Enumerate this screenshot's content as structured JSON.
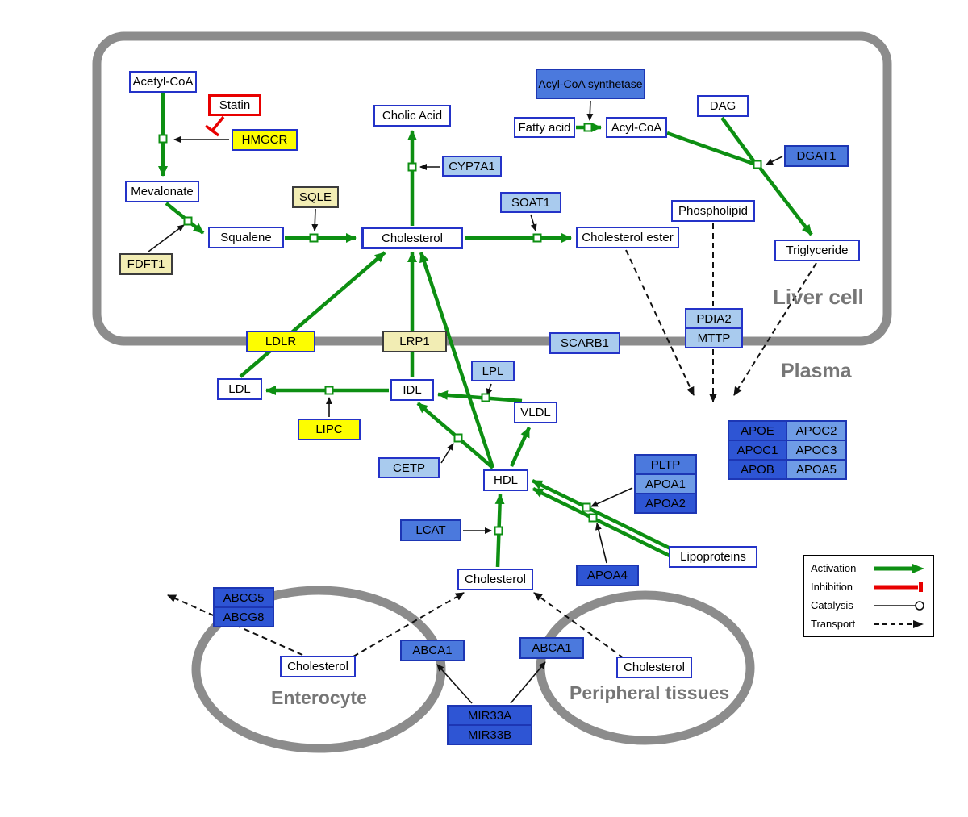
{
  "regions": {
    "liver": "Liver cell",
    "plasma": "Plasma",
    "enterocyte": "Enterocyte",
    "peripheral": "Peripheral tissues"
  },
  "legend": {
    "activation": "Activation",
    "inhibition": "Inhibition",
    "catalysis": "Catalysis",
    "transport": "Transport"
  },
  "colors": {
    "activation_green": "#0d8f12",
    "inhibition_red": "#e80000",
    "membrane_gray": "#8c8c8c",
    "node_border_blue": "#2433c8",
    "yellow": "#fdfd00",
    "pale_yellow": "#f2edb4",
    "light_blue": "#a9cbee",
    "medium_blue": "#4b79dd",
    "light_medium_blue": "#6f9ce6",
    "strong_blue": "#2e55d4"
  },
  "nodes": {
    "acetyl_coa": {
      "label": "Acetyl-CoA"
    },
    "statin": {
      "label": "Statin"
    },
    "hmgcr": {
      "label": "HMGCR"
    },
    "mevalonate": {
      "label": "Mevalonate"
    },
    "sqle": {
      "label": "SQLE"
    },
    "fdft1": {
      "label": "FDFT1"
    },
    "squalene": {
      "label": "Squalene"
    },
    "cholesterol_liver": {
      "label": "Cholesterol"
    },
    "cholic_acid": {
      "label": "Cholic Acid"
    },
    "cyp7a1": {
      "label": "CYP7A1"
    },
    "soat1": {
      "label": "SOAT1"
    },
    "cholesterol_ester": {
      "label": "Cholesterol ester"
    },
    "acyl_coa_synthetase": {
      "label": "Acyl-CoA synthetase"
    },
    "fatty_acid": {
      "label": "Fatty acid"
    },
    "acyl_coa": {
      "label": "Acyl-CoA"
    },
    "dag": {
      "label": "DAG"
    },
    "dgat1": {
      "label": "DGAT1"
    },
    "phospholipid": {
      "label": "Phospholipid"
    },
    "triglyceride": {
      "label": "Triglyceride"
    },
    "pdia2": {
      "label": "PDIA2"
    },
    "mttp": {
      "label": "MTTP"
    },
    "ldlr": {
      "label": "LDLR"
    },
    "lrp1": {
      "label": "LRP1"
    },
    "scarb1": {
      "label": "SCARB1"
    },
    "ldl": {
      "label": "LDL"
    },
    "idl": {
      "label": "IDL"
    },
    "lpl": {
      "label": "LPL"
    },
    "vldl": {
      "label": "VLDL"
    },
    "lipc": {
      "label": "LIPC"
    },
    "cetp": {
      "label": "CETP"
    },
    "hdl": {
      "label": "HDL"
    },
    "pltp": {
      "label": "PLTP"
    },
    "apoa1": {
      "label": "APOA1"
    },
    "apoa2": {
      "label": "APOA2"
    },
    "apoe": {
      "label": "APOE"
    },
    "apoc2": {
      "label": "APOC2"
    },
    "apoc1": {
      "label": "APOC1"
    },
    "apoc3": {
      "label": "APOC3"
    },
    "apob": {
      "label": "APOB"
    },
    "apoa5": {
      "label": "APOA5"
    },
    "lcat": {
      "label": "LCAT"
    },
    "apoa4": {
      "label": "APOA4"
    },
    "lipoproteins": {
      "label": "Lipoproteins"
    },
    "cholesterol_plasma": {
      "label": "Cholesterol"
    },
    "abcg5": {
      "label": "ABCG5"
    },
    "abcg8": {
      "label": "ABCG8"
    },
    "cholesterol_enterocyte": {
      "label": "Cholesterol"
    },
    "abca1_enterocyte": {
      "label": "ABCA1"
    },
    "abca1_peripheral": {
      "label": "ABCA1"
    },
    "cholesterol_peripheral": {
      "label": "Cholesterol"
    },
    "mir33a": {
      "label": "MIR33A"
    },
    "mir33b": {
      "label": "MIR33B"
    }
  },
  "edges": [
    {
      "type": "activation",
      "from": "acetyl_coa",
      "to": "mevalonate"
    },
    {
      "type": "activation",
      "from": "mevalonate",
      "to": "squalene"
    },
    {
      "type": "activation",
      "from": "squalene",
      "to": "cholesterol_liver"
    },
    {
      "type": "activation",
      "from": "cholesterol_liver",
      "to": "cholic_acid"
    },
    {
      "type": "activation",
      "from": "cholesterol_liver",
      "to": "cholesterol_ester"
    },
    {
      "type": "activation",
      "from": "fatty_acid",
      "to": "acyl_coa"
    },
    {
      "type": "activation",
      "from": "acyl_coa",
      "to": "triglyceride"
    },
    {
      "type": "activation",
      "from": "dag",
      "to": "triglyceride"
    },
    {
      "type": "activation",
      "from": "ldl",
      "to": "cholesterol_liver"
    },
    {
      "type": "activation",
      "from": "idl",
      "to": "cholesterol_liver"
    },
    {
      "type": "activation",
      "from": "hdl",
      "to": "cholesterol_liver"
    },
    {
      "type": "activation",
      "from": "idl",
      "to": "ldl"
    },
    {
      "type": "activation",
      "from": "vldl",
      "to": "idl"
    },
    {
      "type": "activation",
      "from": "hdl",
      "to": "idl"
    },
    {
      "type": "activation",
      "from": "hdl",
      "to": "vldl"
    },
    {
      "type": "activation",
      "from": "lipoproteins",
      "to": "hdl"
    },
    {
      "type": "activation",
      "from": "cholesterol_plasma",
      "to": "hdl"
    },
    {
      "type": "inhibition",
      "from": "statin",
      "to": "hmgcr"
    },
    {
      "type": "catalysis",
      "enzyme": "hmgcr",
      "reaction": "acetyl_coa-mevalonate"
    },
    {
      "type": "catalysis",
      "enzyme": "fdft1",
      "reaction": "mevalonate-squalene"
    },
    {
      "type": "catalysis",
      "enzyme": "sqle",
      "reaction": "squalene-cholesterol"
    },
    {
      "type": "catalysis",
      "enzyme": "cyp7a1",
      "reaction": "cholesterol-cholic_acid"
    },
    {
      "type": "catalysis",
      "enzyme": "soat1",
      "reaction": "cholesterol-cholesterol_ester"
    },
    {
      "type": "catalysis",
      "enzyme": "acyl_coa_synthetase",
      "reaction": "fatty_acid-acyl_coa"
    },
    {
      "type": "catalysis",
      "enzyme": "dgat1",
      "reaction": "acyl_coa+dag-triglyceride"
    },
    {
      "type": "catalysis",
      "enzyme": "lipc",
      "reaction": "idl-ldl"
    },
    {
      "type": "catalysis",
      "enzyme": "lpl",
      "reaction": "vldl-idl"
    },
    {
      "type": "catalysis",
      "enzyme": "cetp",
      "reaction": "hdl-idl"
    },
    {
      "type": "catalysis",
      "enzyme": "apoa1",
      "reaction": "lipoproteins-hdl"
    },
    {
      "type": "catalysis",
      "enzyme": "apoa4",
      "reaction": "lipoproteins-hdl"
    },
    {
      "type": "catalysis",
      "enzyme": "lcat",
      "reaction": "cholesterol_plasma-hdl"
    },
    {
      "type": "transport",
      "from": "cholesterol_ester",
      "to": "apo_cluster"
    },
    {
      "type": "transport",
      "from": "phospholipid",
      "to": "apo_cluster"
    },
    {
      "type": "transport",
      "from": "triglyceride",
      "to": "apo_cluster"
    },
    {
      "type": "transport",
      "from": "cholesterol_enterocyte",
      "to": "outside_enterocyte"
    },
    {
      "type": "transport",
      "from": "cholesterol_enterocyte",
      "to": "cholesterol_plasma"
    },
    {
      "type": "transport",
      "from": "cholesterol_peripheral",
      "to": "cholesterol_plasma"
    },
    {
      "type": "regulation",
      "from": "mir33a_mir33b",
      "to": "abca1_enterocyte"
    },
    {
      "type": "regulation",
      "from": "mir33a_mir33b",
      "to": "abca1_peripheral"
    }
  ]
}
